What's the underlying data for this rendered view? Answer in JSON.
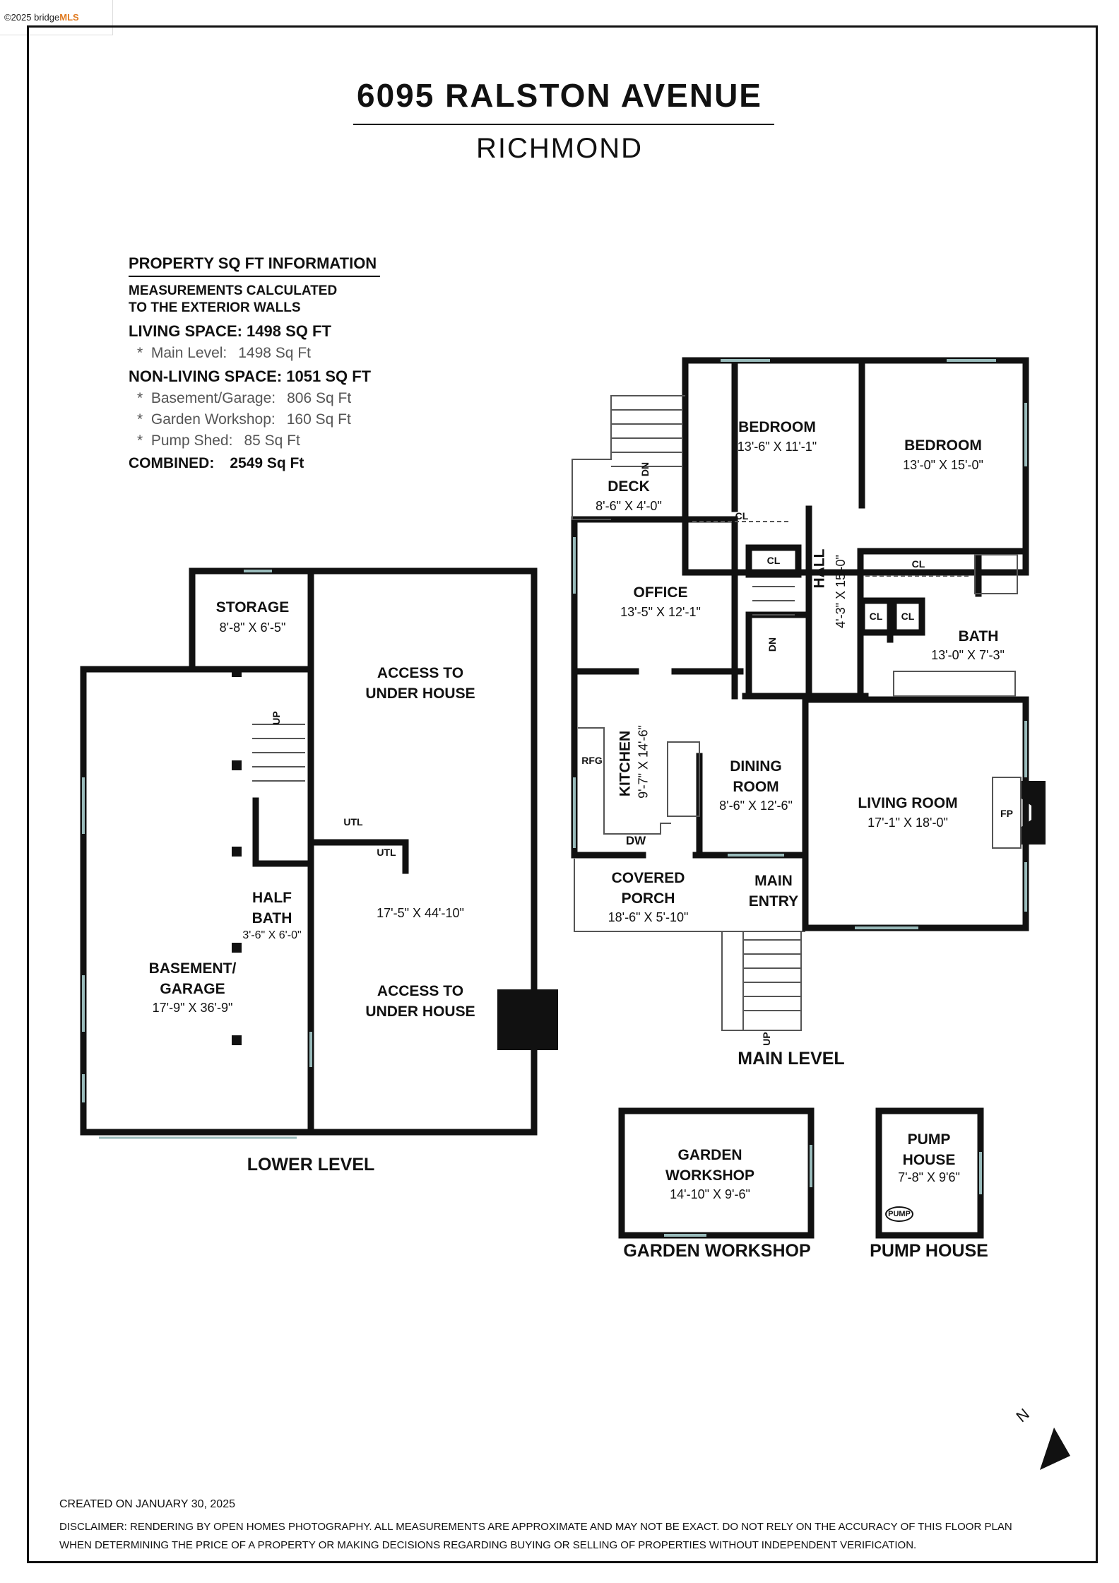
{
  "watermark": {
    "prefix": "©2025 bridge",
    "brand": "MLS"
  },
  "header": {
    "title": "6095 RALSTON AVENUE",
    "subtitle": "RICHMOND"
  },
  "info": {
    "heading": "PROPERTY SQ FT INFORMATION",
    "note_line1": "MEASUREMENTS CALCULATED",
    "note_line2": "TO THE EXTERIOR WALLS",
    "living": "LIVING SPACE: 1498 SQ FT",
    "living_items": [
      {
        "label": "Main Level:",
        "value": "1498 Sq Ft"
      }
    ],
    "nonliving": "NON-LIVING SPACE: 1051 SQ FT",
    "nonliving_items": [
      {
        "label": "Basement/Garage:",
        "value": "806 Sq Ft"
      },
      {
        "label": "Garden Workshop:",
        "value": "160 Sq Ft"
      },
      {
        "label": "Pump Shed:",
        "value": "85 Sq Ft"
      }
    ],
    "combined_label": "COMBINED:",
    "combined_value": "2549 Sq Ft",
    "bullet": "*"
  },
  "lower": {
    "storage": {
      "name": "STORAGE",
      "dim": "8'-8\" X 6'-5\""
    },
    "access_top": {
      "line1": "ACCESS TO",
      "line2": "UNDER HOUSE"
    },
    "access_bottom": {
      "line1": "ACCESS TO",
      "line2": "UNDER HOUSE"
    },
    "access_dim": "17'-5\" X 44'-10\"",
    "half_bath": {
      "line1": "HALF",
      "line2": "BATH",
      "dim": "3'-6\" X 6'-0\""
    },
    "garage": {
      "line1": "BASEMENT/",
      "line2": "GARAGE",
      "dim": "17'-9\" X 36'-9\""
    },
    "utl": "UTL",
    "up": "UP",
    "level_label": "LOWER LEVEL"
  },
  "main": {
    "bedroom1": {
      "name": "BEDROOM",
      "dim": "13'-6\" X 11'-1\""
    },
    "bedroom2": {
      "name": "BEDROOM",
      "dim": "13'-0\" X 15'-0\""
    },
    "deck": {
      "name": "DECK",
      "dim": "8'-6\" X 4'-0\""
    },
    "office": {
      "name": "OFFICE",
      "dim": "13'-5\" X 12'-1\""
    },
    "hall": {
      "name": "HALL",
      "dim": "4'-3\" X 15'-0\""
    },
    "bath": {
      "name": "BATH",
      "dim": "13'-0\" X 7'-3\""
    },
    "kitchen": {
      "name": "KITCHEN",
      "dim": "9'-7\" X 14'-6\""
    },
    "dining": {
      "line1": "DINING",
      "line2": "ROOM",
      "dim": "8'-6\" X 12'-6\""
    },
    "living": {
      "name": "LIVING ROOM",
      "dim": "17'-1\" X 18'-0\""
    },
    "porch": {
      "line1": "COVERED",
      "line2": "PORCH",
      "dim": "18'-6\" X 5'-10\""
    },
    "entry": {
      "line1": "MAIN",
      "line2": "ENTRY"
    },
    "cl": "CL",
    "rfg": "RFG",
    "dw": "DW",
    "fp": "FP",
    "dn": "DN",
    "up": "UP",
    "level_label": "MAIN LEVEL"
  },
  "workshop": {
    "line1": "GARDEN",
    "line2": "WORKSHOP",
    "dim": "14'-10\" X 9'-6\"",
    "level_label": "GARDEN WORKSHOP"
  },
  "pump": {
    "line1": "PUMP",
    "line2": "HOUSE",
    "dim": "7'-8\" X 9'6\"",
    "pump": "PUMP",
    "level_label": "PUMP HOUSE"
  },
  "compass": {
    "label": "N"
  },
  "footer": {
    "created": "CREATED ON JANUARY 30, 2025",
    "disclaimer_line1": "DISCLAIMER: RENDERING BY OPEN HOMES PHOTOGRAPHY. ALL MEASUREMENTS ARE APPROXIMATE AND MAY NOT BE EXACT. DO NOT RELY ON THE ACCURACY OF THIS FLOOR PLAN",
    "disclaimer_line2": "WHEN DETERMINING THE PRICE OF A PROPERTY OR MAKING DECISIONS REGARDING BUYING OR SELLING OF PROPERTIES WITHOUT INDEPENDENT VERIFICATION."
  }
}
